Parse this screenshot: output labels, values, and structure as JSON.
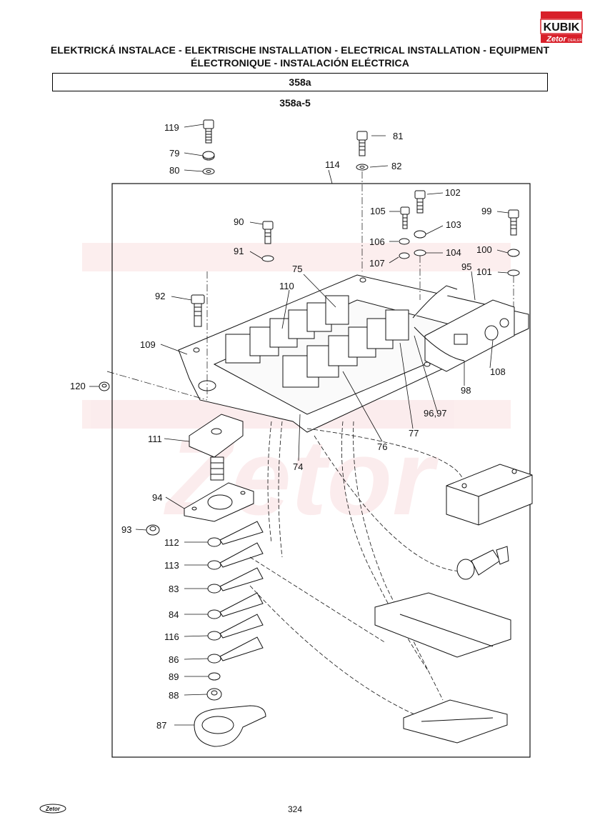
{
  "brand": {
    "logo_top": "KUBIK",
    "logo_bottom": "Zetor",
    "logo_tag": "DEALER",
    "footer_logo": "Zetor",
    "accent_color": "#d8202a"
  },
  "header": {
    "title_line1": "ELEKTRICKÁ INSTALACE - ELEKTRISCHE INSTALLATION - ELECTRICAL INSTALLATION - EQUIPMENT",
    "title_line2": "ÉLECTRONIQUE - INSTALACIÓN ELÉCTRICA",
    "section": "358a",
    "subsection": "358a-5"
  },
  "diagram": {
    "callouts": {
      "c119": "119",
      "c79": "79",
      "c80": "80",
      "c81": "81",
      "c82": "82",
      "c114": "114",
      "c102": "102",
      "c105": "105",
      "c103": "103",
      "c99": "99",
      "c90": "90",
      "c106": "106",
      "c104": "104",
      "c100": "100",
      "c91": "91",
      "c107": "107",
      "c101": "101",
      "c75": "75",
      "c95": "95",
      "c110": "110",
      "c92": "92",
      "c109": "109",
      "c108": "108",
      "c120": "120",
      "c98": "98",
      "c96_97": "96,97",
      "c111": "111",
      "c77": "77",
      "c76": "76",
      "c74": "74",
      "c94": "94",
      "c93": "93",
      "c112": "112",
      "c113": "113",
      "c83": "83",
      "c84": "84",
      "c116": "116",
      "c86": "86",
      "c89": "89",
      "c88": "88",
      "c87": "87"
    }
  },
  "footer": {
    "page_number": "324"
  }
}
